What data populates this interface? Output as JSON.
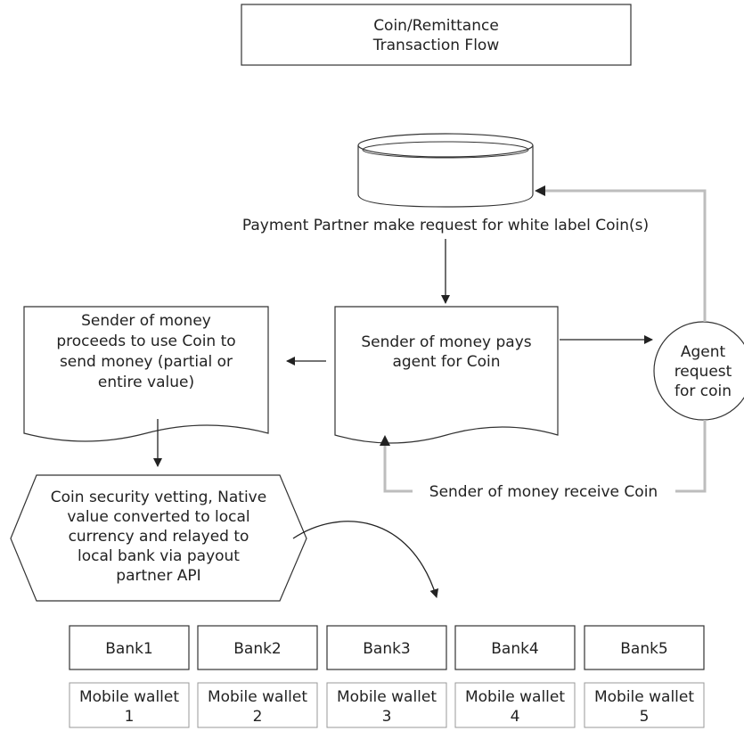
{
  "title": {
    "line1": "Coin/Remittance",
    "line2": "Transaction Flow"
  },
  "database_caption": "Payment Partner make request for white label Coin(s)",
  "sender_pays": {
    "line1": "Sender of money pays",
    "line2": "agent for Coin"
  },
  "sender_uses": {
    "line1": "Sender of money",
    "line2": "proceeds to use Coin to",
    "line3": "send money (partial or",
    "line4": "entire value)"
  },
  "agent": {
    "line1": "Agent",
    "line2": "request",
    "line3": "for coin"
  },
  "receive_label": "Sender of money receive Coin",
  "vetting": {
    "line1": "Coin security vetting, Native",
    "line2": "value converted to local",
    "line3": "currency and relayed to",
    "line4": "local bank via payout",
    "line5": "partner API"
  },
  "banks": [
    "Bank1",
    "Bank2",
    "Bank3",
    "Bank4",
    "Bank5"
  ],
  "wallets": [
    {
      "line1": "Mobile wallet",
      "line2": "1"
    },
    {
      "line1": "Mobile wallet",
      "line2": "2"
    },
    {
      "line1": "Mobile wallet",
      "line2": "3"
    },
    {
      "line1": "Mobile wallet",
      "line2": "4"
    },
    {
      "line1": "Mobile wallet",
      "line2": "5"
    }
  ]
}
